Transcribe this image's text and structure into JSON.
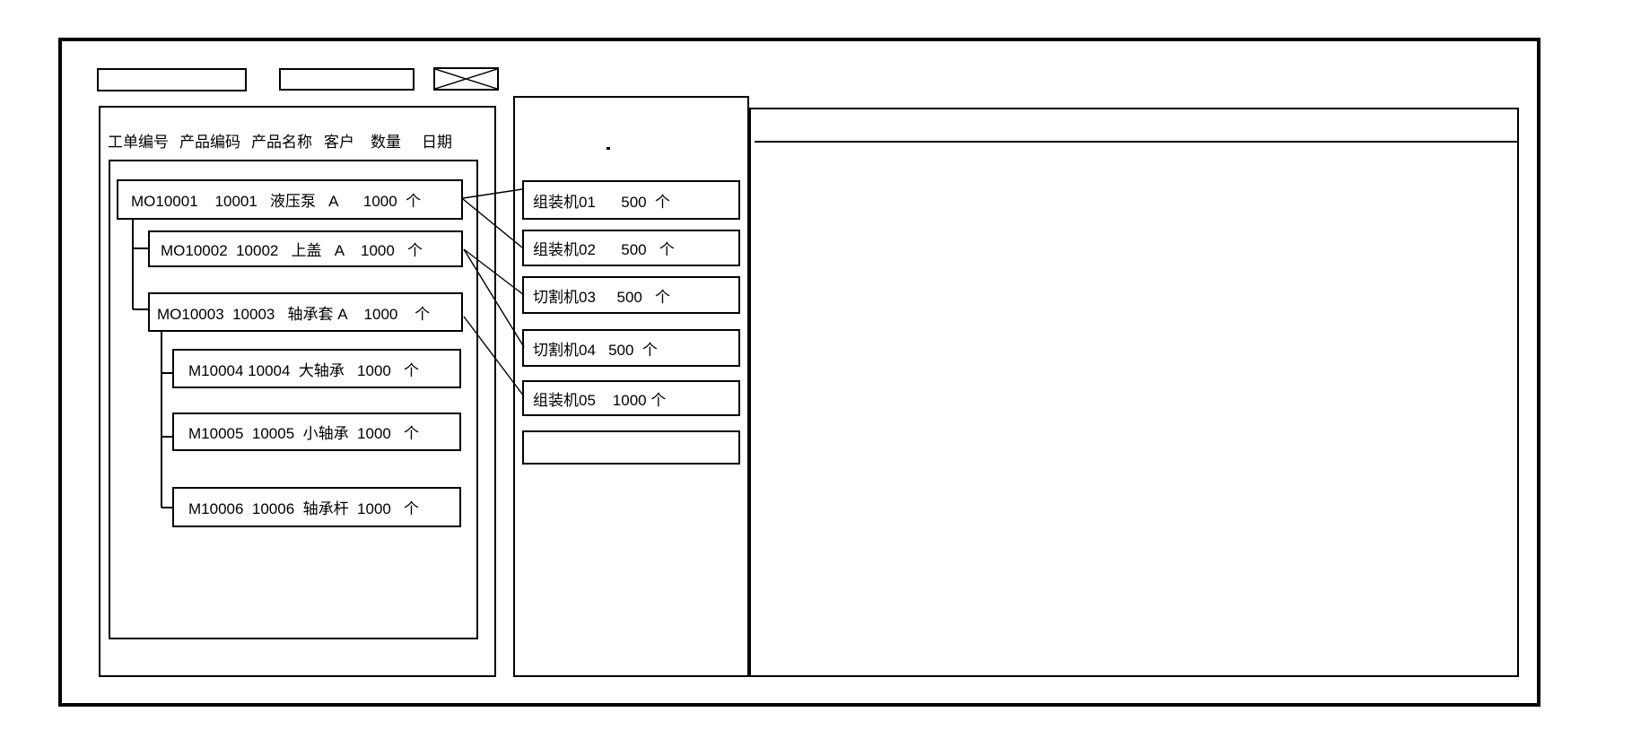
{
  "meta": {
    "ink_color": "#000000",
    "background_color": "#ffffff",
    "description_visible_text_only": true
  },
  "toolbar": {
    "field_left_value": "",
    "field_right_value": "",
    "placeholder_icon": "x-crossed-box"
  },
  "left_panel": {
    "headers": [
      "工单编号",
      "产品编码",
      "产品名称",
      "客户",
      "数量",
      "日期"
    ],
    "orders": [
      {
        "order_no": "MO10001",
        "product_code": "10001",
        "product_name": "液压泵",
        "customer": "A",
        "qty": "1000",
        "unit": "个",
        "display": "MO10001    10001   液压泵   A      1000  个"
      },
      {
        "order_no": "MO10002",
        "product_code": "10002",
        "product_name": "上盖",
        "customer": "A",
        "qty": "1000",
        "unit": "个",
        "display": "MO10002  10002   上盖   A    1000   个"
      },
      {
        "order_no": "MO10003",
        "product_code": "10003",
        "product_name": "轴承套",
        "customer": "A",
        "qty": "1000",
        "unit": "个",
        "display": "MO10003  10003   轴承套 A    1000    个"
      },
      {
        "order_no": "M10004",
        "product_code": "10004",
        "product_name": "大轴承",
        "customer": "",
        "qty": "1000",
        "unit": "个",
        "display": "M10004 10004  大轴承   1000   个"
      },
      {
        "order_no": "M10005",
        "product_code": "10005",
        "product_name": "小轴承",
        "customer": "",
        "qty": "1000",
        "unit": "个",
        "display": "M10005  10005  小轴承  1000   个"
      },
      {
        "order_no": "M10006",
        "product_code": "10006",
        "product_name": "轴承杆",
        "customer": "",
        "qty": "1000",
        "unit": "个",
        "display": "M10006  10006  轴承杆  1000   个"
      }
    ]
  },
  "machine_panel": {
    "machines": [
      {
        "name": "组装机01",
        "qty": "500",
        "unit": "个",
        "display": "组装机01      500  个"
      },
      {
        "name": "组装机02",
        "qty": "500",
        "unit": "个",
        "display": "组装机02      500   个"
      },
      {
        "name": "切割机03",
        "qty": "500",
        "unit": "个",
        "display": "切割机03     500   个"
      },
      {
        "name": "切割机04",
        "qty": "500",
        "unit": "个",
        "display": "切割机04   500  个"
      },
      {
        "name": "组装机05",
        "qty": "1000",
        "unit": "个",
        "display": "组装机05    1000 个"
      },
      {
        "name": "",
        "qty": "",
        "unit": "",
        "display": ""
      }
    ]
  },
  "right_panel": {
    "content": ""
  }
}
